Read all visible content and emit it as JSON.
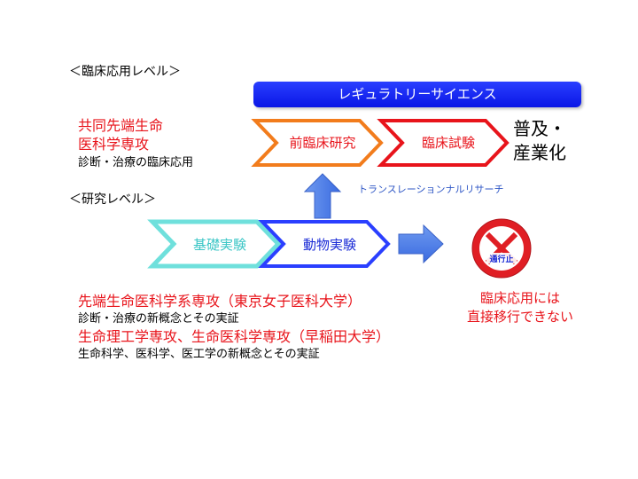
{
  "clinical_level_label": "＜臨床応用レベル＞",
  "research_level_label": "＜研究レベル＞",
  "regulatory_science": "レギュラトリーサイエンス",
  "joint_program": {
    "line1": "共同先端生命",
    "line2": "医科学専攻",
    "line3": "診断・治療の臨床応用"
  },
  "chevrons": {
    "pre_clinical": "前臨床研究",
    "clinical_trial": "臨床試験",
    "basic_experiment": "基礎実験",
    "animal_experiment": "動物実験"
  },
  "diffusion": {
    "line1": "普及・",
    "line2": "産業化"
  },
  "translational_research": "トランスレーションナルリサーチ",
  "no_entry_sign_text": "通行止",
  "right_note": {
    "line1": "臨床応用には",
    "line2": "直接移行できない"
  },
  "bottom_notes": {
    "line1": "先端生命医科学系専攻（東京女子医科大学）",
    "line2": "診断・治療の新概念とその実証",
    "line3": "生命理工学専攻、生命医科学専攻（早稲田大学）",
    "line4": "生命科学、医科学、医工学の新概念とその実証"
  },
  "colors": {
    "red": "#e8141b",
    "orange": "#f27c1c",
    "blue": "#2a3fff",
    "teal": "#6fe0dc",
    "arrow_blue": "#4d7fe8",
    "sign_red": "#e01e24"
  }
}
